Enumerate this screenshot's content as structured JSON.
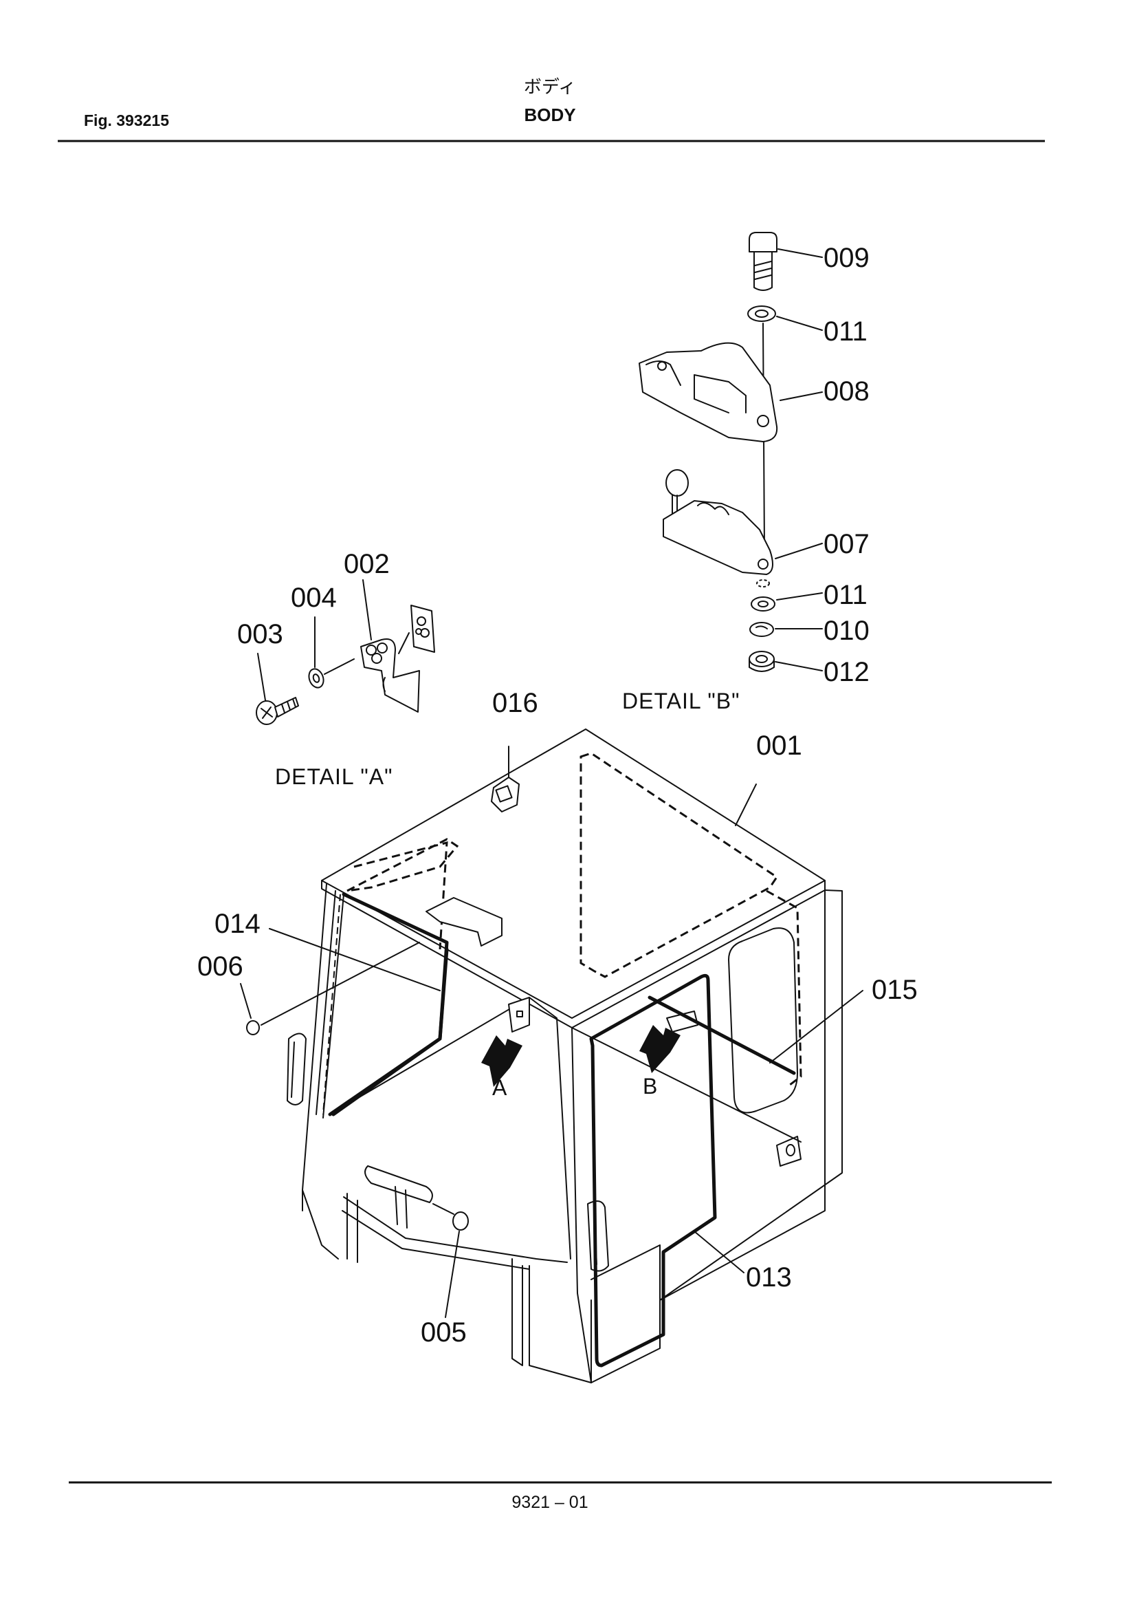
{
  "header": {
    "title_jp": "ボディ",
    "title_en": "BODY",
    "fig_label": "Fig. 393215"
  },
  "footer": {
    "page_number": "9321 – 01"
  },
  "details": {
    "detail_a": "DETAIL \"A\"",
    "detail_b": "DETAIL \"B\""
  },
  "arrows": {
    "a": "A",
    "b": "B"
  },
  "callouts": [
    {
      "id": "c009",
      "label": "009"
    },
    {
      "id": "c011a",
      "label": "011"
    },
    {
      "id": "c008",
      "label": "008"
    },
    {
      "id": "c007",
      "label": "007"
    },
    {
      "id": "c011b",
      "label": "011"
    },
    {
      "id": "c010",
      "label": "010"
    },
    {
      "id": "c012",
      "label": "012"
    },
    {
      "id": "c002",
      "label": "002"
    },
    {
      "id": "c004",
      "label": "004"
    },
    {
      "id": "c003",
      "label": "003"
    },
    {
      "id": "c016",
      "label": "016"
    },
    {
      "id": "c001",
      "label": "001"
    },
    {
      "id": "c014",
      "label": "014"
    },
    {
      "id": "c006",
      "label": "006"
    },
    {
      "id": "c015",
      "label": "015"
    },
    {
      "id": "c013",
      "label": "013"
    },
    {
      "id": "c005",
      "label": "005"
    }
  ]
}
